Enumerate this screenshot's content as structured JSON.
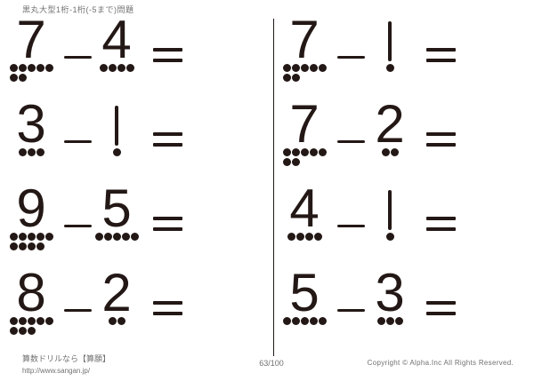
{
  "page": {
    "header_title": "黒丸大型1桁-1桁(-5まで)問題",
    "footer": {
      "site_name": "算数ドリルなら【算願】",
      "site_url": "http://www.sangan.jp/",
      "page_number": "63/100",
      "copyright": "Copyright © Alpha.Inc All Rights Reserved."
    }
  },
  "colors": {
    "ink": "#231815",
    "muted": "#727171",
    "background": "#ffffff"
  },
  "worksheet": {
    "operator": "−",
    "equals_symbol": "=",
    "dot_style": "black-filled-circles",
    "dots_per_row_max": 5,
    "columns": [
      {
        "name": "left",
        "problems": [
          {
            "minuend": 7,
            "subtrahend": 4
          },
          {
            "minuend": 3,
            "subtrahend": 1
          },
          {
            "minuend": 9,
            "subtrahend": 5
          },
          {
            "minuend": 8,
            "subtrahend": 2
          }
        ]
      },
      {
        "name": "right",
        "problems": [
          {
            "minuend": 7,
            "subtrahend": 1
          },
          {
            "minuend": 7,
            "subtrahend": 2
          },
          {
            "minuend": 4,
            "subtrahend": 1
          },
          {
            "minuend": 5,
            "subtrahend": 3
          }
        ]
      }
    ]
  }
}
